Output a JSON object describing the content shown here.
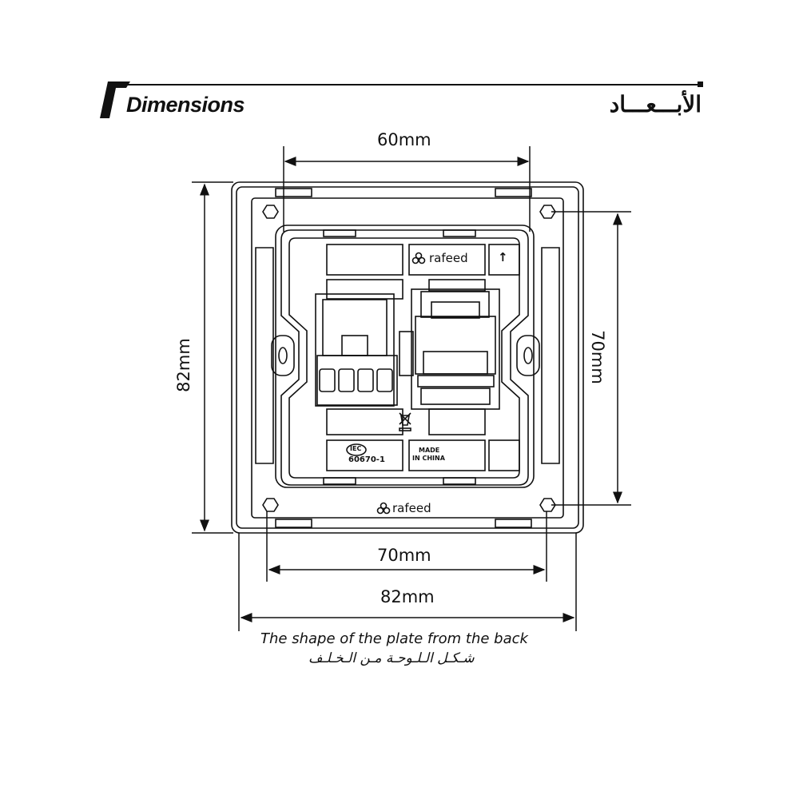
{
  "header": {
    "title_en": "Dimensions",
    "title_ar": "الأبـــعـــاد"
  },
  "dimensions": {
    "top_width": "60mm",
    "left_height": "82mm",
    "right_height": "70mm",
    "bottom_inner": "70mm",
    "bottom_outer": "82mm"
  },
  "plate_labels": {
    "brand": "rafeed",
    "standard_logo": "IEC",
    "standard": "60670-1",
    "origin_line1": "MADE",
    "origin_line2": "IN CHINA",
    "arrow": "↑"
  },
  "caption": {
    "en": "The shape of the plate from the back",
    "ar": "شـكـل الـلـوحـة مـن الـخـلـف"
  }
}
